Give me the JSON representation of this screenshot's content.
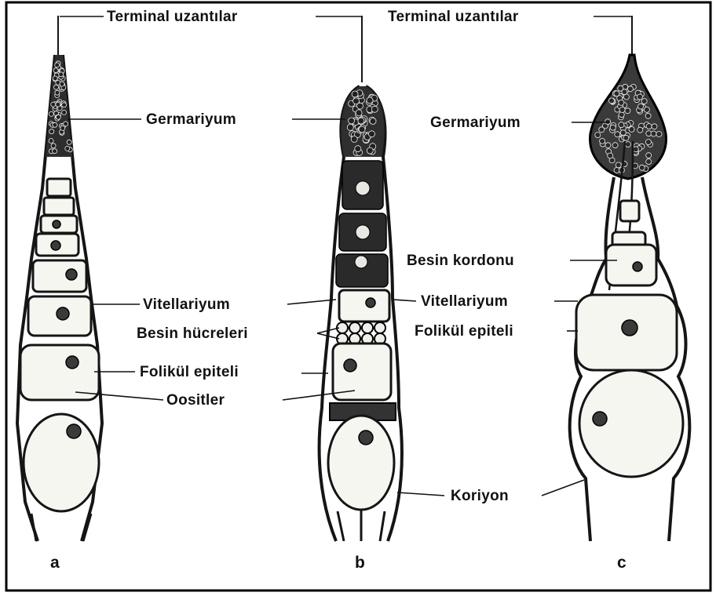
{
  "labels": {
    "terminal_left": "Terminal uzantılar",
    "terminal_right": "Terminal uzantılar",
    "germariyum_a": "Germariyum",
    "germariyum_c": "Germariyum",
    "besin_kordonu": "Besin kordonu",
    "vitellariyum_a": "Vitellariyum",
    "vitellariyum_c": "Vitellariyum",
    "besin_hucreleri": "Besin hücreleri",
    "folikul_epiteli_a": "Folikül epiteli",
    "folikul_epiteli_c": "Folikül epiteli",
    "oositler": "Oositler",
    "koriyon": "Koriyon"
  },
  "panels": [
    "a",
    "b",
    "c"
  ],
  "colors": {
    "ink": "#111111",
    "cytoplasm": "#f6f6f1",
    "frame": "#000000"
  }
}
